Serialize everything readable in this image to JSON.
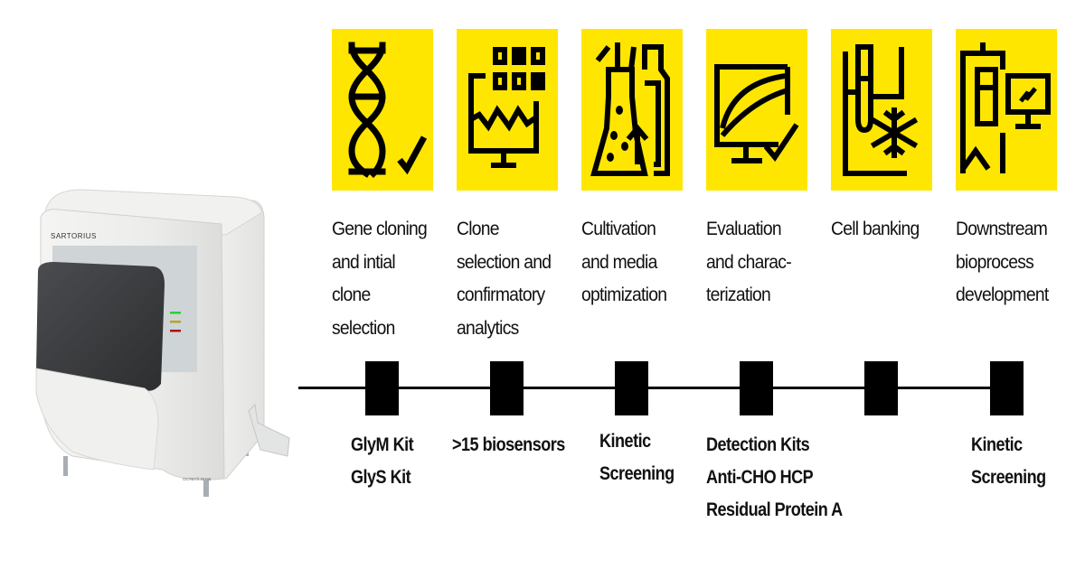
{
  "instrument": {
    "brand": "SARTORIUS",
    "model": "OCTET® RH96",
    "status_lights": [
      {
        "name": "power",
        "color": "#2ecc40"
      },
      {
        "name": "status",
        "color": "#b5a424"
      },
      {
        "name": "error",
        "color": "#a01818"
      }
    ]
  },
  "stages": [
    {
      "icon": "dna-check-icon",
      "label_lines": [
        "Gene cloning",
        "and intial",
        "clone",
        "selection"
      ]
    },
    {
      "icon": "monitor-wells-icon",
      "label_lines": [
        "Clone",
        "selection and",
        "confirmatory",
        "analytics"
      ]
    },
    {
      "icon": "flask-bioreactor-icon",
      "label_lines": [
        "Cultivation",
        "and media",
        "optimization"
      ]
    },
    {
      "icon": "monitor-curve-check-icon",
      "label_lines": [
        "Evaluation",
        "and charac-",
        "terization"
      ]
    },
    {
      "icon": "tube-snowflake-icon",
      "label_lines": [
        "Cell banking"
      ]
    },
    {
      "icon": "column-monitor-icon",
      "label_lines": [
        "Downstream",
        "bioprocess",
        "development"
      ]
    }
  ],
  "products": [
    {
      "lines": [
        "GlyM Kit",
        "GlyS Kit"
      ]
    },
    {
      "lines": [
        ">15 biosensors"
      ]
    },
    {
      "lines": [
        "Kinetic",
        "Screening"
      ]
    },
    {
      "lines": [
        "Detection Kits",
        "Anti-CHO HCP",
        "Residual Protein A"
      ]
    },
    {
      "lines": []
    },
    {
      "lines": [
        "Kinetic",
        "Screening"
      ]
    }
  ],
  "colors": {
    "accent_yellow": "#ffe600",
    "ink": "#000000"
  }
}
